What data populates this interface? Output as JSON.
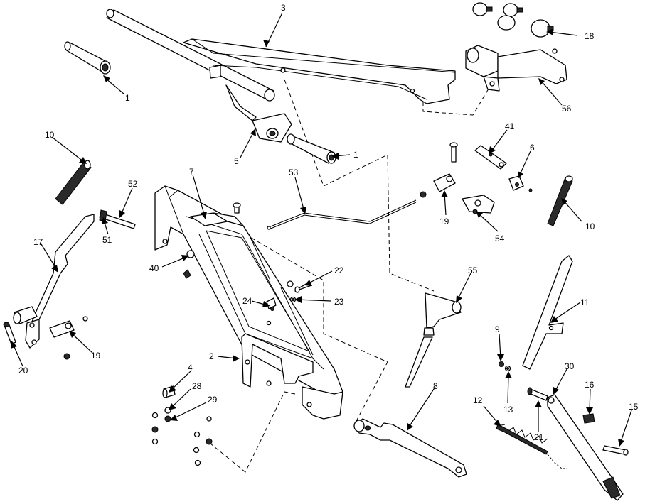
{
  "callouts": [
    {
      "id": "c3",
      "text": "3"
    },
    {
      "id": "c18",
      "text": "18"
    },
    {
      "id": "c1a",
      "text": "1"
    },
    {
      "id": "c56",
      "text": "56"
    },
    {
      "id": "c5",
      "text": "5"
    },
    {
      "id": "c1b",
      "text": "1"
    },
    {
      "id": "c10a",
      "text": "10"
    },
    {
      "id": "c41",
      "text": "41"
    },
    {
      "id": "c6",
      "text": "6"
    },
    {
      "id": "c52",
      "text": "52"
    },
    {
      "id": "c7",
      "text": "7"
    },
    {
      "id": "c53",
      "text": "53"
    },
    {
      "id": "c10b",
      "text": "10"
    },
    {
      "id": "c51",
      "text": "51"
    },
    {
      "id": "c19a",
      "text": "19"
    },
    {
      "id": "c54",
      "text": "54"
    },
    {
      "id": "c17",
      "text": "17"
    },
    {
      "id": "c40",
      "text": "40"
    },
    {
      "id": "c55",
      "text": "55"
    },
    {
      "id": "c22",
      "text": "22"
    },
    {
      "id": "c23",
      "text": "23"
    },
    {
      "id": "c24",
      "text": "24"
    },
    {
      "id": "c11",
      "text": "11"
    },
    {
      "id": "c19b",
      "text": "19"
    },
    {
      "id": "c20",
      "text": "20"
    },
    {
      "id": "c2",
      "text": "2"
    },
    {
      "id": "c9",
      "text": "9"
    },
    {
      "id": "c4",
      "text": "4"
    },
    {
      "id": "c30",
      "text": "30"
    },
    {
      "id": "c28",
      "text": "28"
    },
    {
      "id": "c13",
      "text": "13"
    },
    {
      "id": "c8",
      "text": "8"
    },
    {
      "id": "c16",
      "text": "16"
    },
    {
      "id": "c29",
      "text": "29"
    },
    {
      "id": "c12",
      "text": "12"
    },
    {
      "id": "c15",
      "text": "15"
    },
    {
      "id": "c21",
      "text": "21"
    }
  ]
}
